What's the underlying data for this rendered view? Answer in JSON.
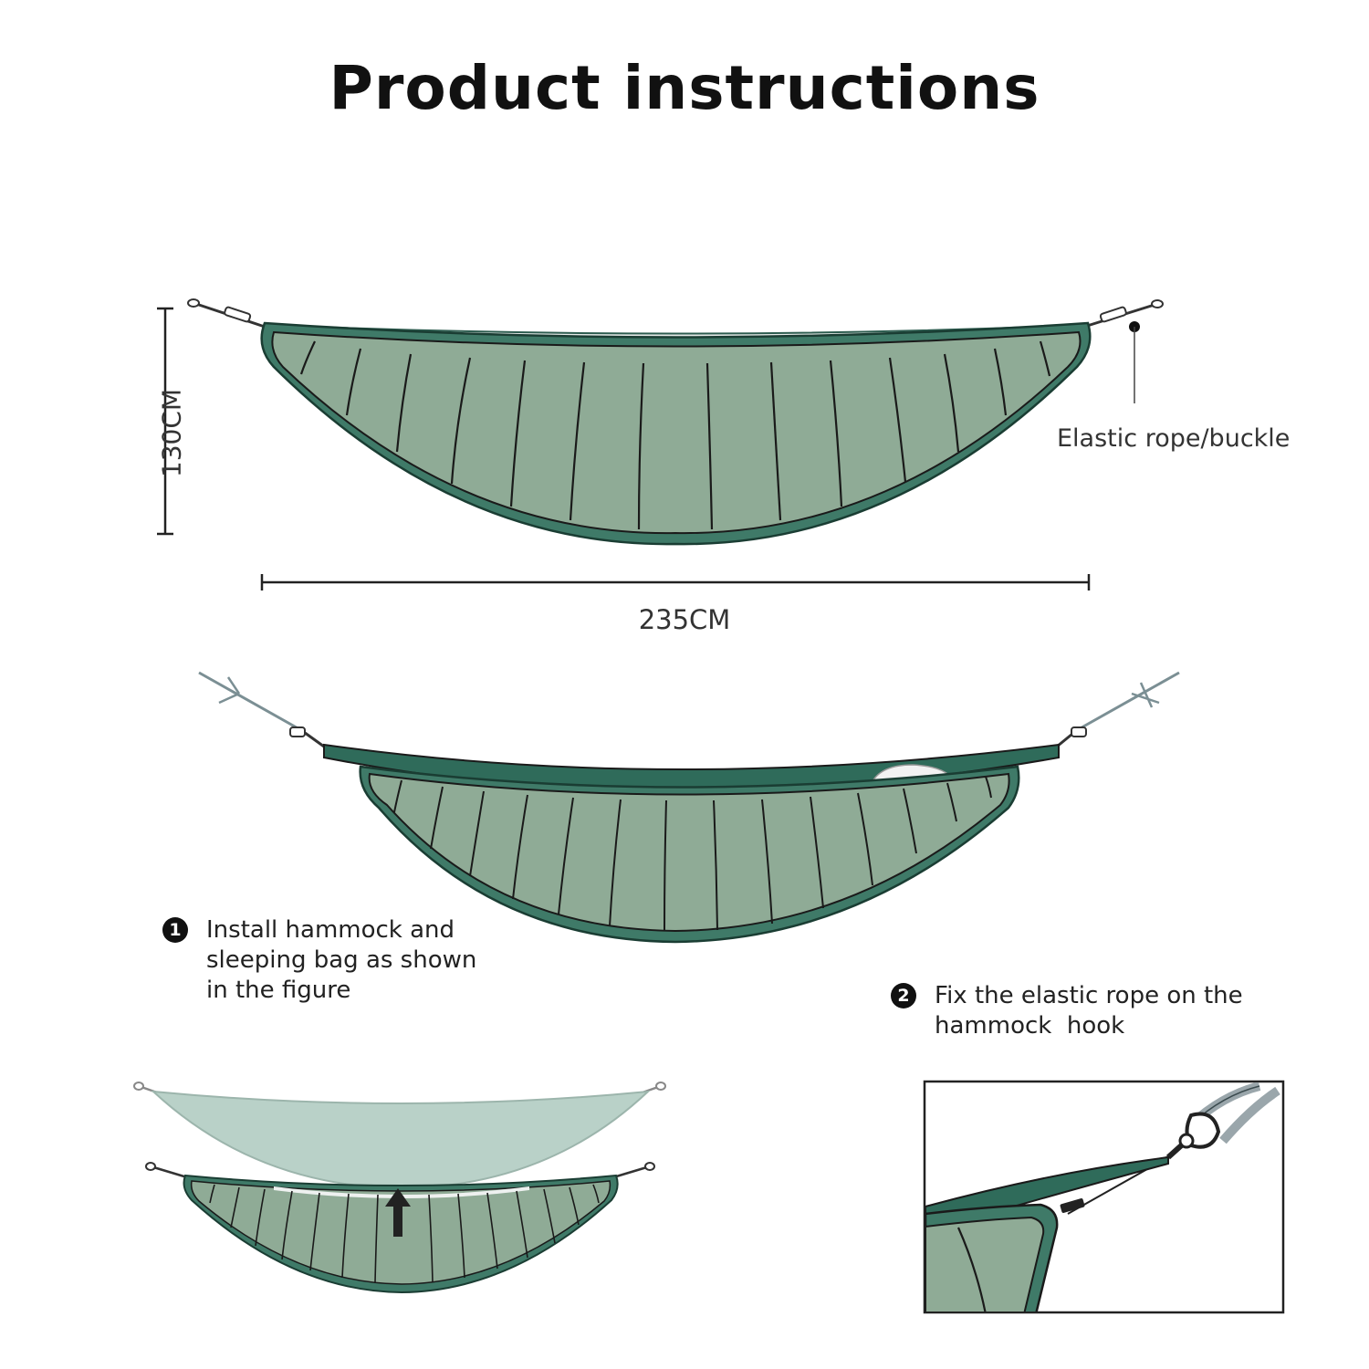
{
  "title": "Product instructions",
  "dimensions": {
    "height": "130CM",
    "width": "235CM"
  },
  "callout": "Elastic rope/buckle",
  "steps": [
    {
      "number": "1",
      "text": "Install hammock and sleeping bag as shown in the figure"
    },
    {
      "number": "2",
      "text": "Fix the elastic rope on the hammock  hook"
    }
  ],
  "colors": {
    "fabric": "#8fab96",
    "rim": "#3f7a68",
    "hammock": "#2f6b5a",
    "liner": "#b9d1c8",
    "line": "#1a1a1a"
  }
}
